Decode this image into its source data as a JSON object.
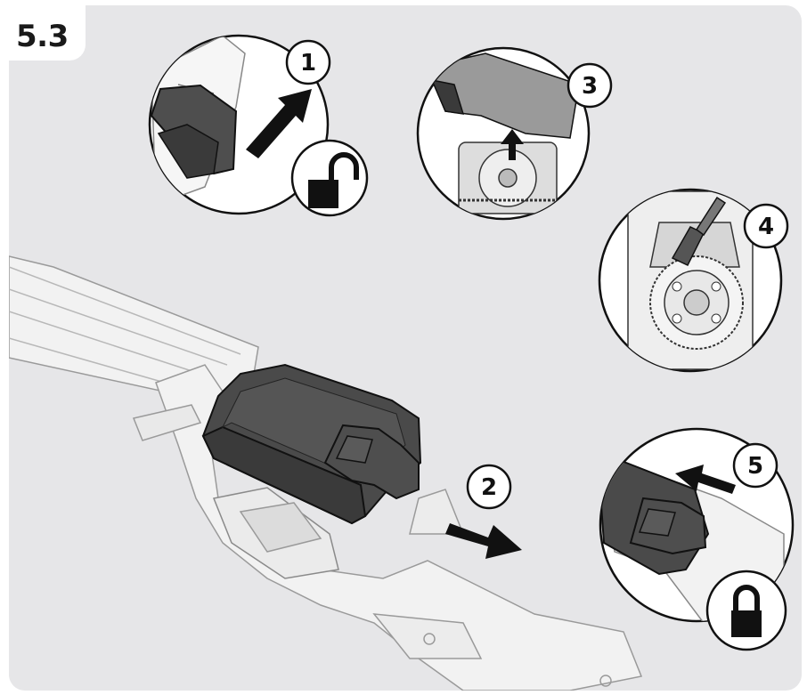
{
  "section": {
    "label": "5.3"
  },
  "steps": [
    {
      "number": "1",
      "icon": "unlock-icon"
    },
    {
      "number": "2",
      "icon": "arrow-right-icon"
    },
    {
      "number": "3",
      "icon": "arrow-up-icon"
    },
    {
      "number": "4",
      "icon": "brush-icon"
    },
    {
      "number": "5",
      "icon": "lock-icon"
    }
  ],
  "colors": {
    "background": "#e6e6e8",
    "battery_cover": "#4a4a4a",
    "outline": "#111111",
    "callout_fill": "#ffffff"
  }
}
